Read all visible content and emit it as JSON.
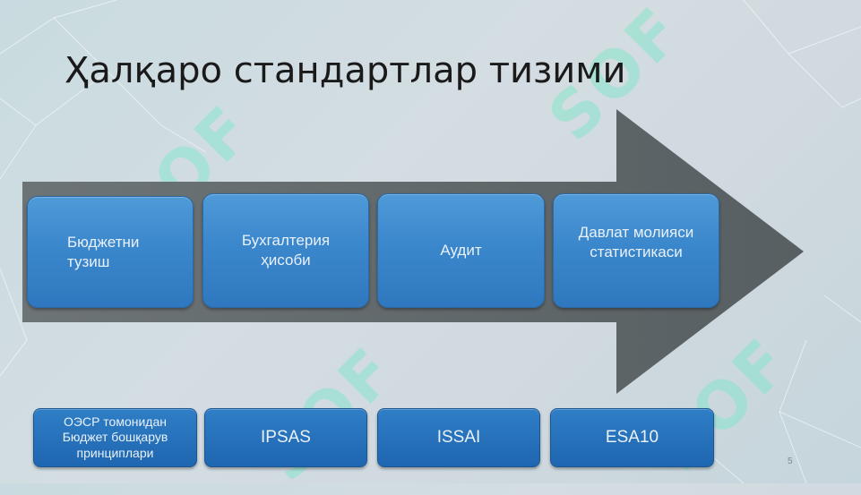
{
  "slide": {
    "title": "Ҳалқаро стандартлар тизими",
    "page_number": "5"
  },
  "watermark": {
    "text": "SOF"
  },
  "process": [
    {
      "label": "Бюджетни\n   тузиш"
    },
    {
      "label": "Бухгалтерия\nҳисоби"
    },
    {
      "label": "Аудит"
    },
    {
      "label": "Давлат молияси\nстатистикаси"
    }
  ],
  "standards": [
    {
      "label": "ОЭСР томонидан\nБюджет бошқарув\nпринциплари"
    },
    {
      "label": "IPSAS"
    },
    {
      "label": "ISSAI"
    },
    {
      "label": "ESA10"
    }
  ],
  "colors": {
    "arrow": "#5f6769",
    "box_gradient_top": "#4f9ad8",
    "box_gradient_bottom": "#2f78bf",
    "text_on_box": "#e9f1f9"
  }
}
